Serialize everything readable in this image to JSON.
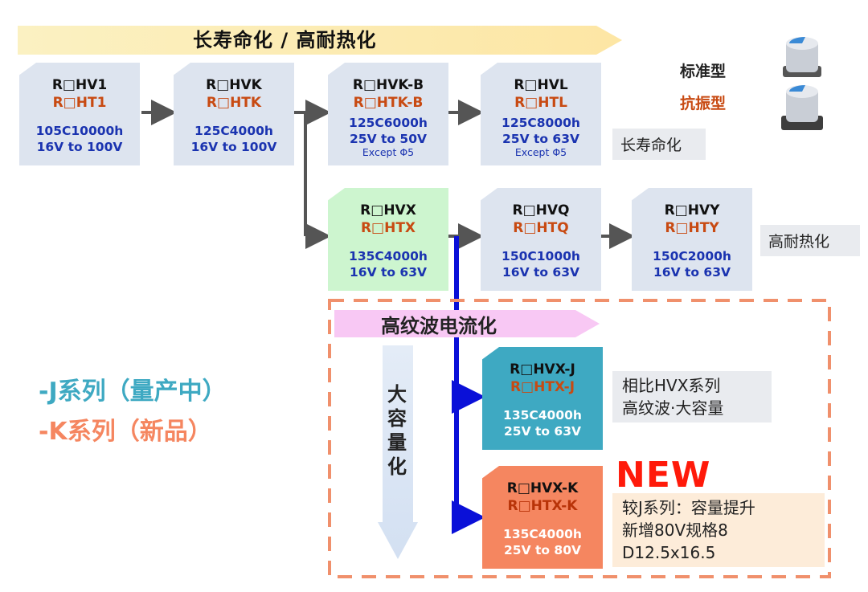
{
  "banner": {
    "title": "长寿命化 / 高耐热化"
  },
  "legend": {
    "standard": "标准型",
    "vibration": "抗振型"
  },
  "cards": {
    "hv1": {
      "n1": "R□HV1",
      "n2": "R□HT1",
      "s1": "105C10000h",
      "s2": "16V to 100V"
    },
    "hvk": {
      "n1": "R□HVK",
      "n2": "R□HTK",
      "s1": "125C4000h",
      "s2": "16V to 100V"
    },
    "hvkb": {
      "n1": "R□HVK-B",
      "n2": "R□HTK-B",
      "s1": "125C6000h",
      "s2": "25V to 50V",
      "s3": "Except Φ5"
    },
    "hvl": {
      "n1": "R□HVL",
      "n2": "R□HTL",
      "s1": "125C8000h",
      "s2": "25V to 63V",
      "s3": "Except Φ5"
    },
    "hvx": {
      "n1": "R□HVX",
      "n2": "R□HTX",
      "s1": "135C4000h",
      "s2": "16V to 63V"
    },
    "hvq": {
      "n1": "R□HVQ",
      "n2": "R□HTQ",
      "s1": "150C1000h",
      "s2": "16V to 63V"
    },
    "hvy": {
      "n1": "R□HVY",
      "n2": "R□HTY",
      "s1": "150C2000h",
      "s2": "16V to 63V"
    },
    "hvxj": {
      "n1": "R□HVX-J",
      "n2": "R□HTX-J",
      "s1": "135C4000h",
      "s2": "25V to 63V"
    },
    "hvxk": {
      "n1": "R□HVX-K",
      "n2": "R□HTX-K",
      "s1": "135C4000h",
      "s2": "25V to 80V"
    }
  },
  "tags": {
    "longlife": "长寿命化",
    "heat": "高耐热化"
  },
  "ripple": {
    "title": "高纹波电流化"
  },
  "capacity": {
    "title": "大容量化"
  },
  "series": {
    "j": "-J系列（量产中）",
    "k": "-K系列（新品）"
  },
  "note_j": {
    "line1": "相比HVX系列",
    "line2": "高纹波·大容量"
  },
  "note_k": {
    "line1": "较J系列：容量提升",
    "line2": "新增80V规格8",
    "line3": "D12.5x16.5"
  },
  "new_badge": "NEW",
  "colors": {
    "card": "#dde4ef",
    "green": "#cdf5cf",
    "teal": "#3ea9c2",
    "orange": "#f58660",
    "blue_line": "#0a10d8",
    "red_text": "#c84a12",
    "dash": "#f0906c"
  }
}
